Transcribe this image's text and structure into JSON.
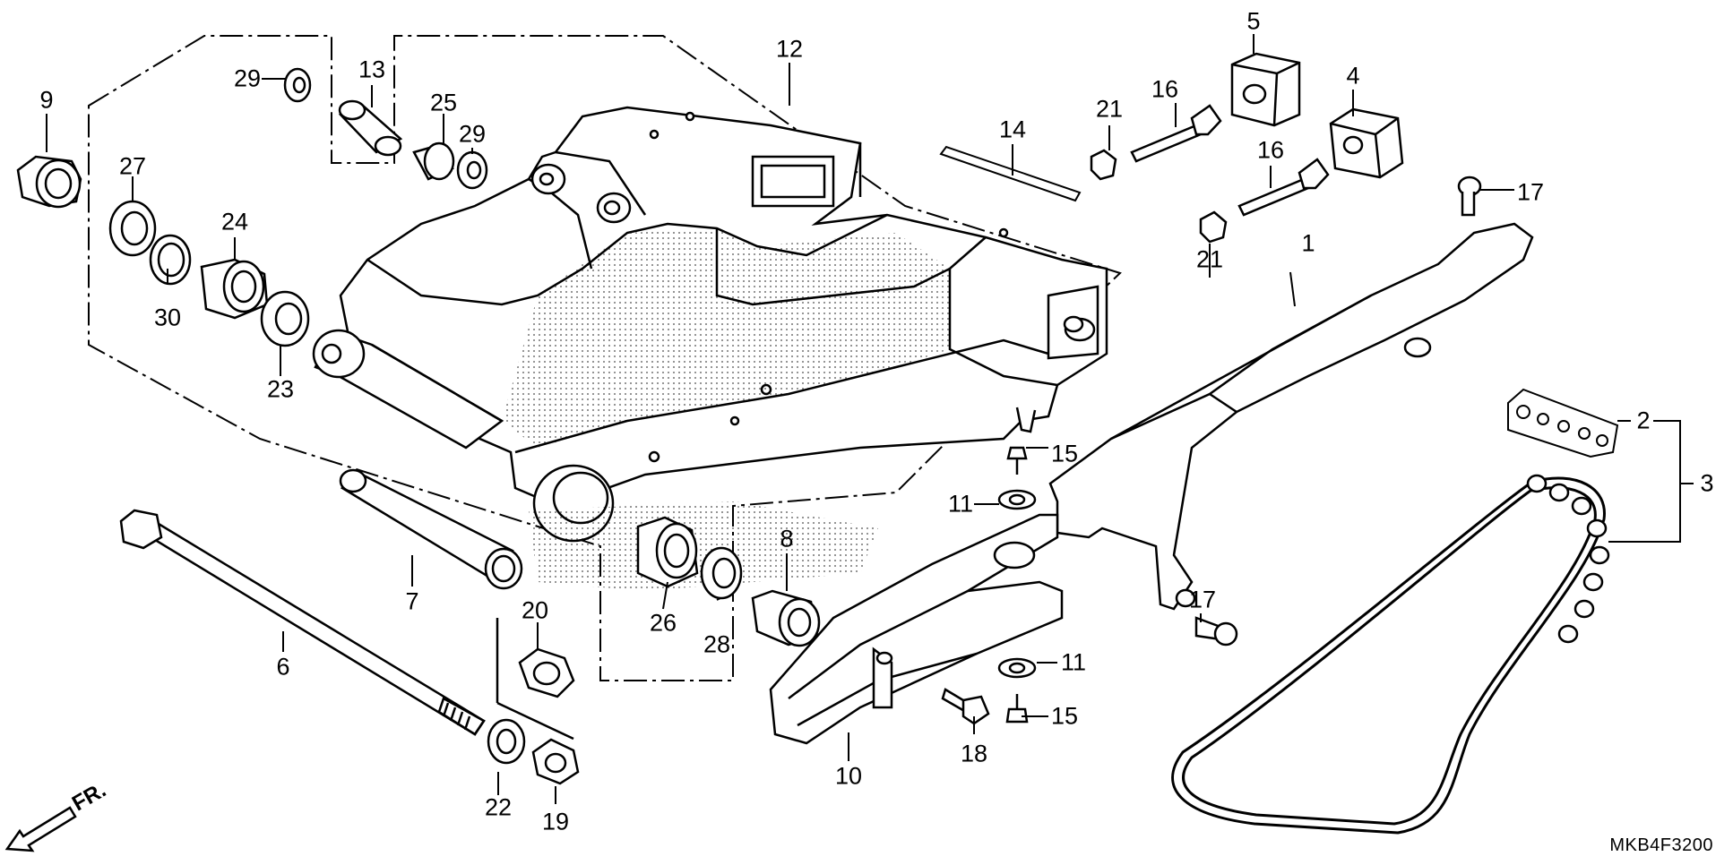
{
  "diagram": {
    "code": "MKB4F3200",
    "direction_label": "FR.",
    "callouts": [
      {
        "id": "c1",
        "text": "1"
      },
      {
        "id": "c2",
        "text": "2"
      },
      {
        "id": "c3",
        "text": "3"
      },
      {
        "id": "c4",
        "text": "4"
      },
      {
        "id": "c5",
        "text": "5"
      },
      {
        "id": "c6",
        "text": "6"
      },
      {
        "id": "c7",
        "text": "7"
      },
      {
        "id": "c8",
        "text": "8"
      },
      {
        "id": "c9",
        "text": "9"
      },
      {
        "id": "c10",
        "text": "10"
      },
      {
        "id": "c11a",
        "text": "11"
      },
      {
        "id": "c11b",
        "text": "11"
      },
      {
        "id": "c12",
        "text": "12"
      },
      {
        "id": "c13",
        "text": "13"
      },
      {
        "id": "c14",
        "text": "14"
      },
      {
        "id": "c15a",
        "text": "15"
      },
      {
        "id": "c15b",
        "text": "15"
      },
      {
        "id": "c16a",
        "text": "16"
      },
      {
        "id": "c16b",
        "text": "16"
      },
      {
        "id": "c17a",
        "text": "17"
      },
      {
        "id": "c17b",
        "text": "17"
      },
      {
        "id": "c18",
        "text": "18"
      },
      {
        "id": "c19",
        "text": "19"
      },
      {
        "id": "c20",
        "text": "20"
      },
      {
        "id": "c21a",
        "text": "21"
      },
      {
        "id": "c21b",
        "text": "21"
      },
      {
        "id": "c22",
        "text": "22"
      },
      {
        "id": "c23",
        "text": "23"
      },
      {
        "id": "c24",
        "text": "24"
      },
      {
        "id": "c25",
        "text": "25"
      },
      {
        "id": "c26",
        "text": "26"
      },
      {
        "id": "c27",
        "text": "27"
      },
      {
        "id": "c28",
        "text": "28"
      },
      {
        "id": "c29a",
        "text": "29"
      },
      {
        "id": "c29b",
        "text": "29"
      },
      {
        "id": "c30",
        "text": "30"
      }
    ]
  }
}
